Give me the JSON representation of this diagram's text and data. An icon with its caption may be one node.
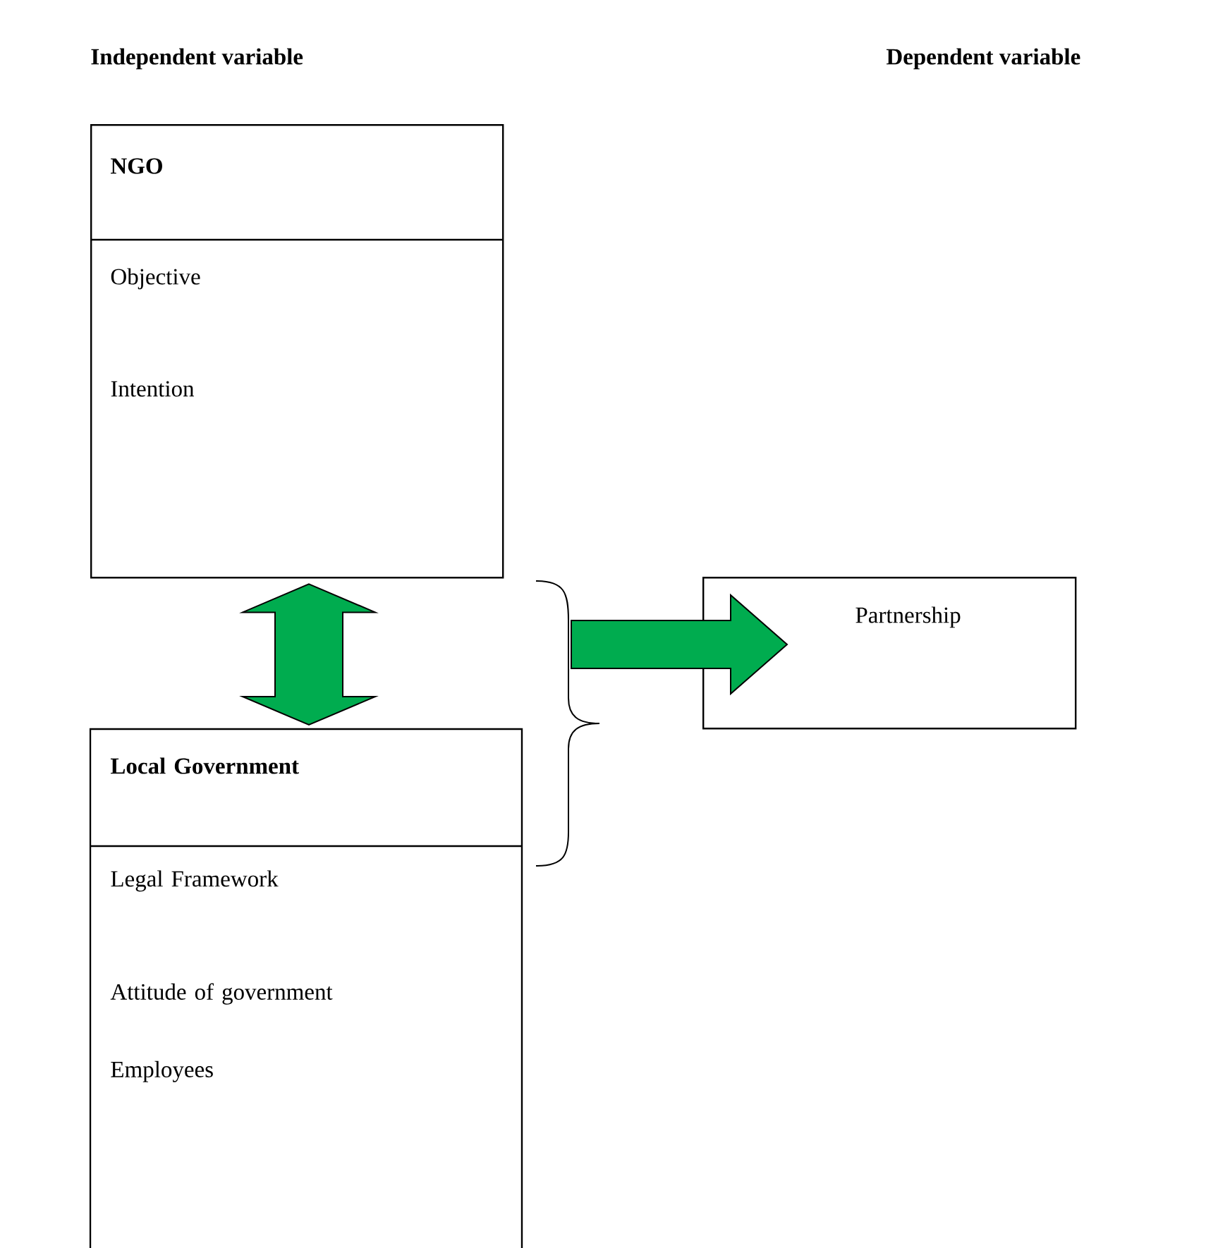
{
  "diagram": {
    "nodes": [
      {
        "text": [
          "NGO",
          "Objective",
          "Intention"
        ]
      },
      {
        "text": [
          "Local Government",
          "Legal Framework",
          "Attitude of government Employees"
        ]
      },
      {
        "text": [
          "Partnership"
        ]
      }
    ],
    "edges": [
      {
        "from": 0,
        "to": 1,
        "arrow": "both"
      },
      {
        "from": 0,
        "to": 2,
        "arrow": "to"
      },
      {
        "from": 1,
        "to": 2,
        "arrow": "to"
      }
    ],
    "labels": [
      "Independent variable",
      "Dependent variable"
    ]
  }
}
